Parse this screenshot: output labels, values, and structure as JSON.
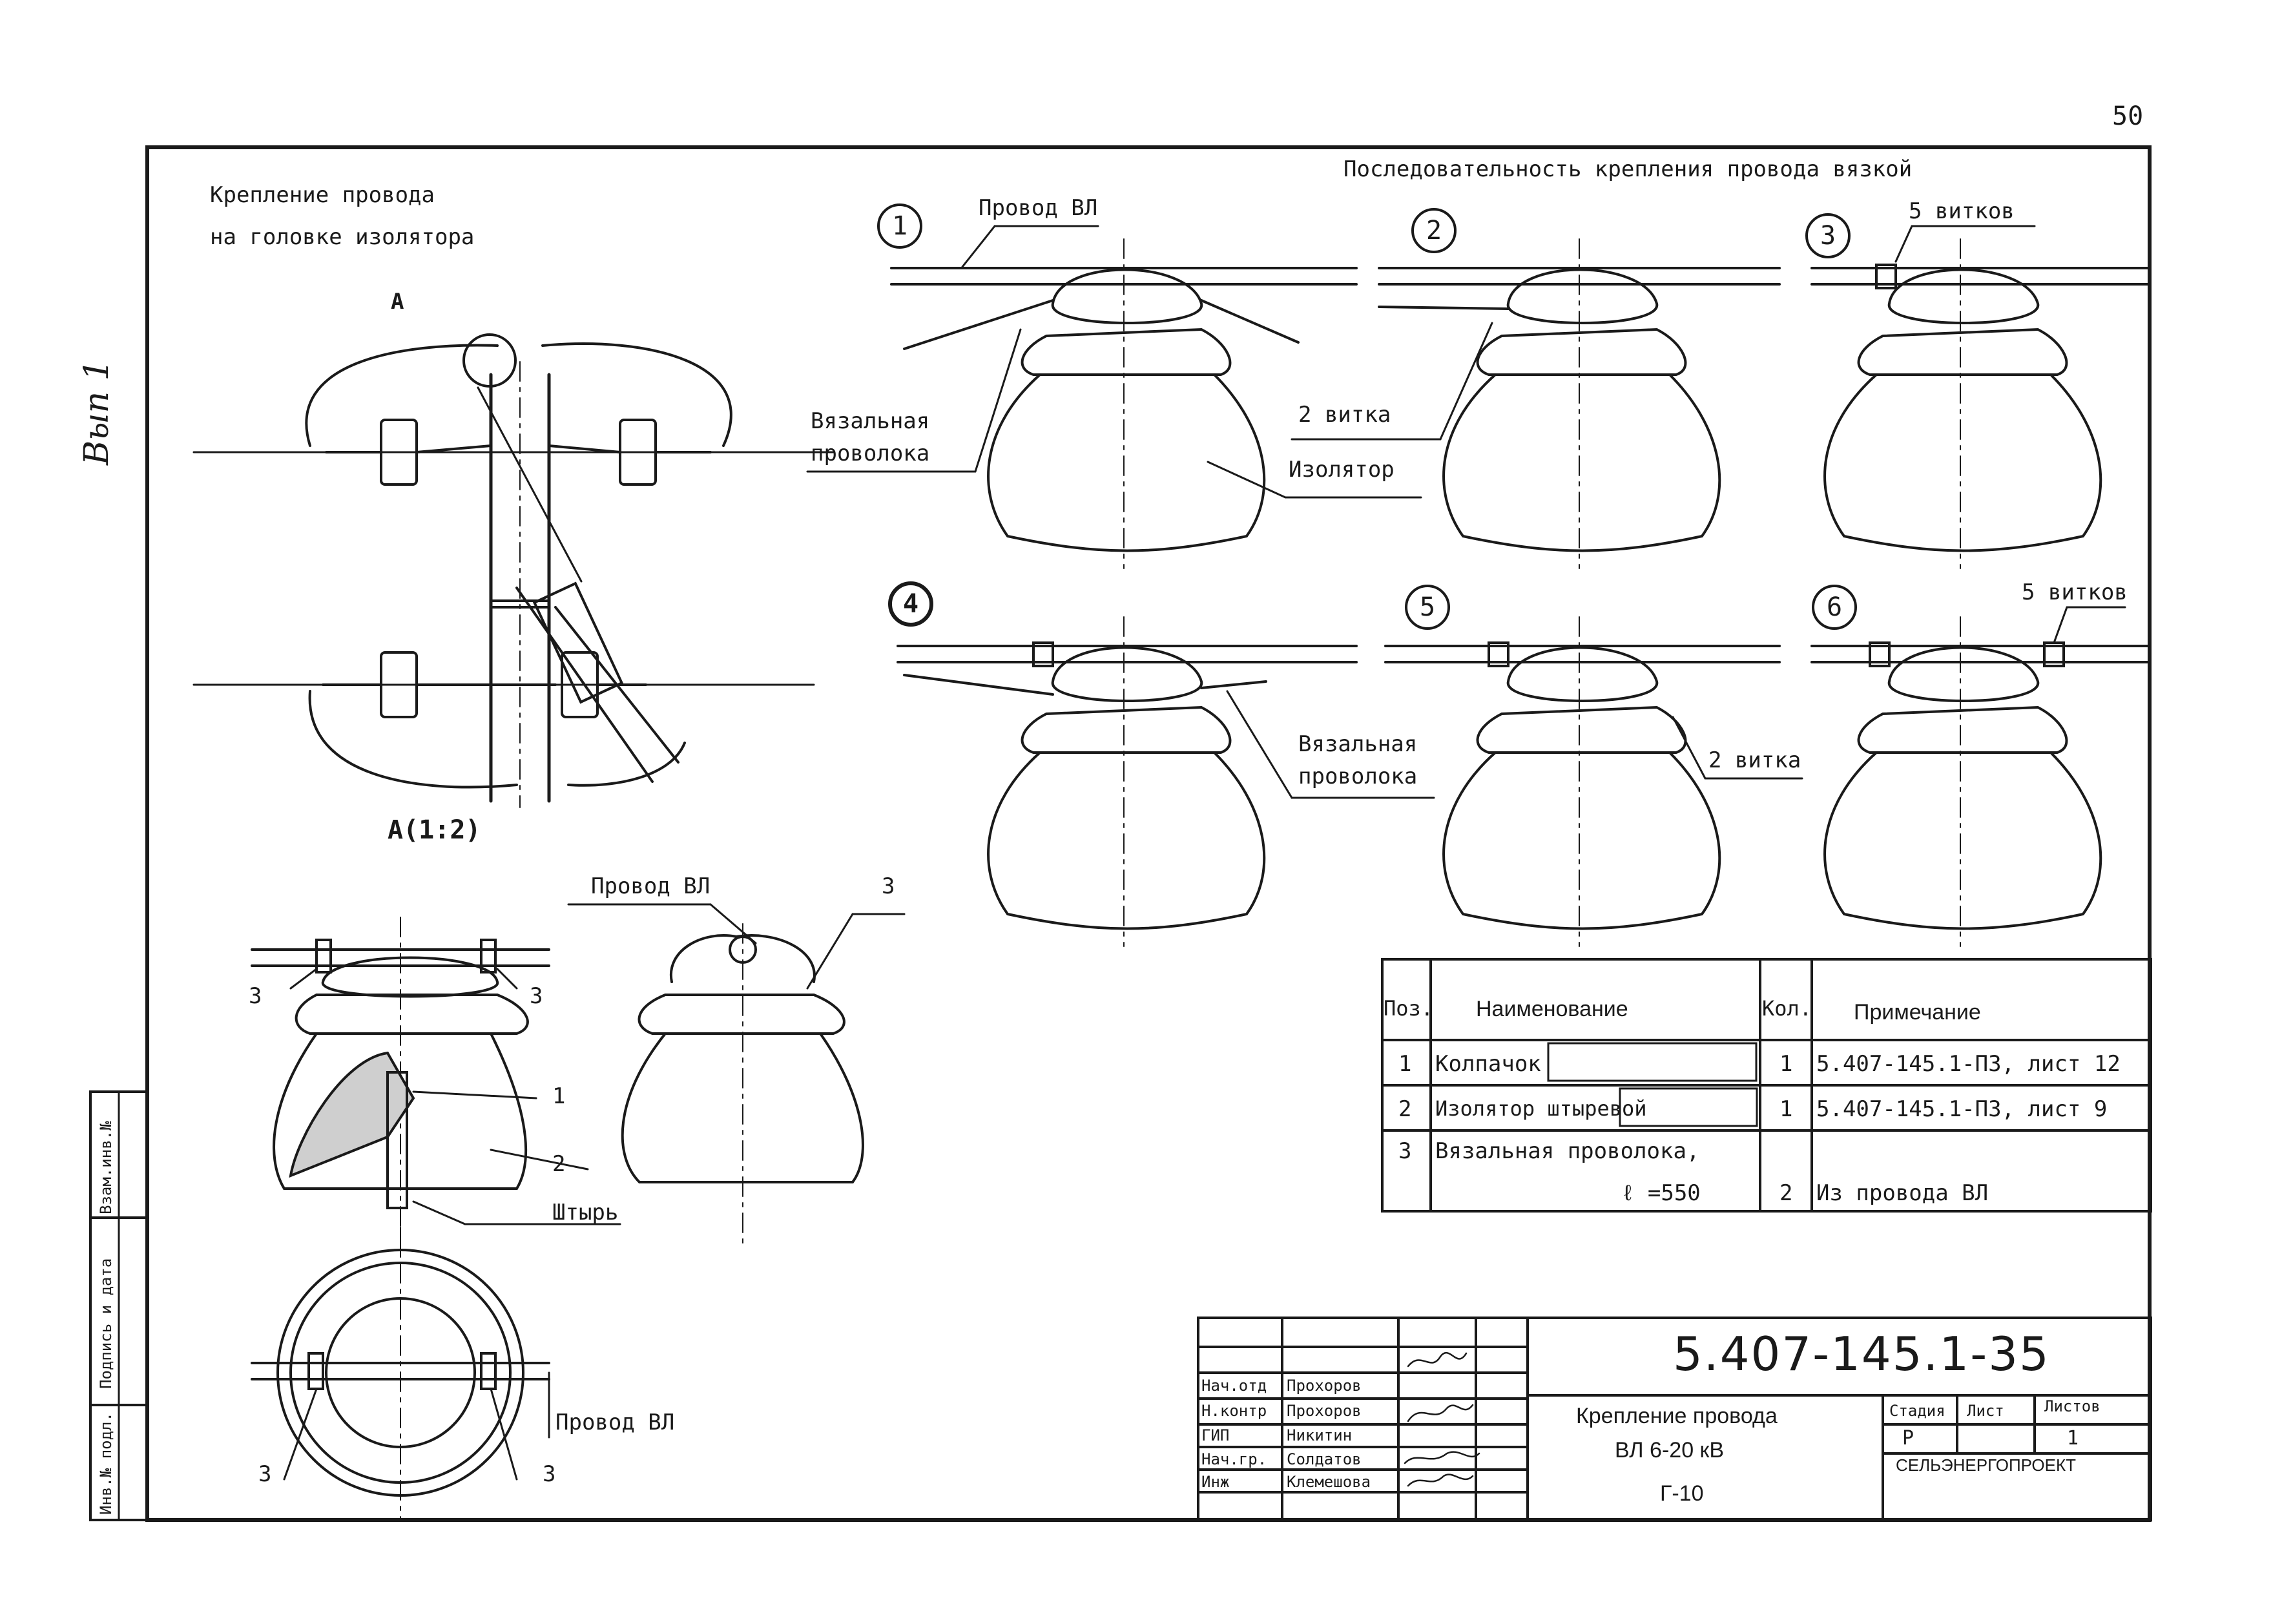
{
  "page_number": "50",
  "side_note": "Вып 1",
  "left_title": [
    "Крепление провода",
    "на головке изолятора"
  ],
  "sequence_title": "Последовательность крепления провода вязкой",
  "view_label_a": "А",
  "view_scale": "А(1:2)",
  "steps": [
    "1",
    "2",
    "3",
    "4",
    "5",
    "6"
  ],
  "callouts": {
    "wire": "Провод ВЛ",
    "binding_wire": [
      "Вязальная",
      "проволока"
    ],
    "insulator": "Изолятор",
    "turns_2": "2 витка",
    "turns_5": "5 витков",
    "pin": "Штырь",
    "pos1": "1",
    "pos2": "2",
    "pos3": "3"
  },
  "spec_table": {
    "headers": [
      "Поз.",
      "Наименование",
      "Кол.",
      "Примечание"
    ],
    "rows": [
      {
        "pos": "1",
        "name": "Колпачок",
        "qty": "1",
        "note": "5.407-145.1-ПЗ, лист 12"
      },
      {
        "pos": "2",
        "name": "Изолятор штыревой",
        "qty": "1",
        "note": "5.407-145.1-ПЗ, лист 9"
      },
      {
        "pos": "3",
        "name": "Вязальная проволока,",
        "name2": "ℓ =550",
        "qty": "2",
        "note": "Из провода ВЛ"
      }
    ]
  },
  "title_block": {
    "doc_code": "5.407-145.1-35",
    "title_lines": [
      "Крепление провода",
      "ВЛ 6-20 кВ"
    ],
    "code": "Г-10",
    "stage_header": "Стадия",
    "sheet_header": "Лист",
    "sheets_header": "Листов",
    "stage": "Р",
    "sheet": "",
    "sheets": "1",
    "org": "СЕЛЬЭНЕРГОПРОЕКТ",
    "roles": [
      {
        "role": "Нач.отд",
        "name": "Прохоров"
      },
      {
        "role": "Н.контр",
        "name": "Прохоров"
      },
      {
        "role": "ГИП",
        "name": "Никитин"
      },
      {
        "role": "Нач.гр.",
        "name": "Солдатов"
      },
      {
        "role": "Инж",
        "name": "Клемешова"
      }
    ]
  },
  "side_fields": [
    "Инв.№ подл.",
    "Подпись и дата",
    "Взам.инв.№"
  ]
}
